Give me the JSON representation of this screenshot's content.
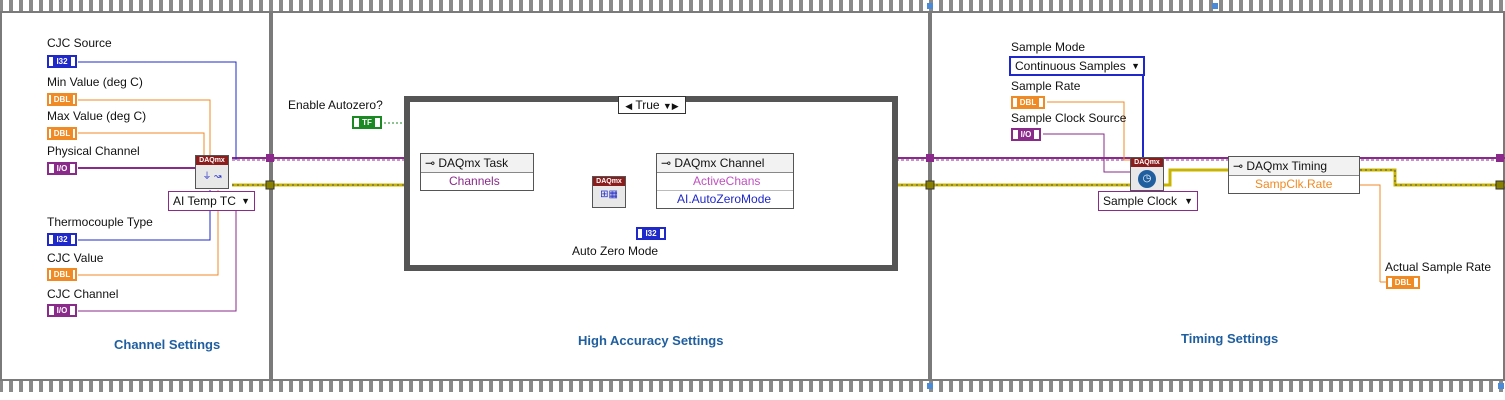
{
  "left": {
    "cjc_source": "CJC Source",
    "min_value": "Min Value (deg C)",
    "max_value": "Max Value (deg C)",
    "physical_channel": "Physical Channel",
    "thermocouple_type": "Thermocouple Type",
    "cjc_value": "CJC Value",
    "cjc_channel": "CJC Channel",
    "ai_temp_ring": "AI Temp TC",
    "title": "Channel Settings"
  },
  "middle": {
    "enable_autozero": "Enable Autozero?",
    "case_value": "True",
    "task_node_title": "DAQmx Task",
    "task_node_row": "Channels",
    "channel_node_title": "DAQmx Channel",
    "channel_node_row1": "ActiveChans",
    "channel_node_row2": "AI.AutoZeroMode",
    "auto_zero_mode": "Auto Zero Mode",
    "title": "High Accuracy Settings"
  },
  "right": {
    "sample_mode": "Sample Mode",
    "sample_mode_value": "Continuous Samples",
    "sample_rate": "Sample Rate",
    "sample_clock_source": "Sample Clock Source",
    "sample_clock_ring": "Sample Clock",
    "timing_node_title": "DAQmx Timing",
    "timing_node_row": "SampClk.Rate",
    "actual_sample_rate": "Actual Sample Rate",
    "title": "Timing Settings"
  },
  "terminals": {
    "i32": "I32",
    "dbl": "DBL",
    "io": "I/O",
    "tf": "TF",
    "daqmx": "DAQmx"
  },
  "colors": {
    "error_wire": "#c8b400",
    "task_wire": "#8a2a8a",
    "i32": "#1f28c8",
    "dbl": "#f08a24",
    "bool": "#1c8a24",
    "title_blue": "#1f5fa0"
  }
}
